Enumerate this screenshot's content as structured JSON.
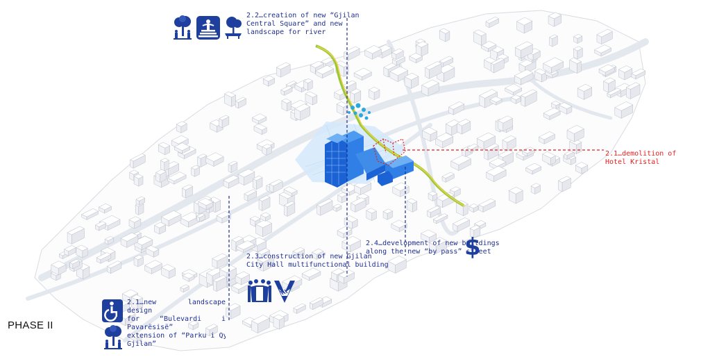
{
  "phase_label": "PHASE II",
  "colors": {
    "accent_blue": "#1f2f8f",
    "building_blue": "#2a7de1",
    "red": "#e02020",
    "plaza": "#d4e9fb",
    "river_green": "#9ac83a",
    "river_yellow": "#ecd24a"
  },
  "annotations": {
    "a22": {
      "line1": "2.2…creation of new “Gjilan",
      "line2": "Central Square” and new",
      "line3": "landscape for river"
    },
    "a21_demolition": {
      "text": "2.1…demolition of Hotel Kristal"
    },
    "a24": {
      "line1": "2.4…development of new buildings",
      "line2": "along the new “by pass” street"
    },
    "a23": {
      "line1": "2.3…construction of new Gjilan",
      "line2": "City Hall multifunctional building"
    },
    "a21_landscape": {
      "line1": "2.1…new landscape design",
      "line2": "for “Bulevardi i Pavarësisë”",
      "line3": "extension of “Parku i Qytetit",
      "line4": "Gjilan”"
    }
  },
  "icons": {
    "tree_people": "tree-people-icon",
    "fountain": "fountain-icon",
    "park_bench": "park-bench-icon",
    "wheelchair": "wheelchair-icon",
    "dollar": "dollar-icon",
    "meeting": "meeting-icon",
    "handshake": "handshake-icon"
  },
  "dollar_symbol": "$"
}
